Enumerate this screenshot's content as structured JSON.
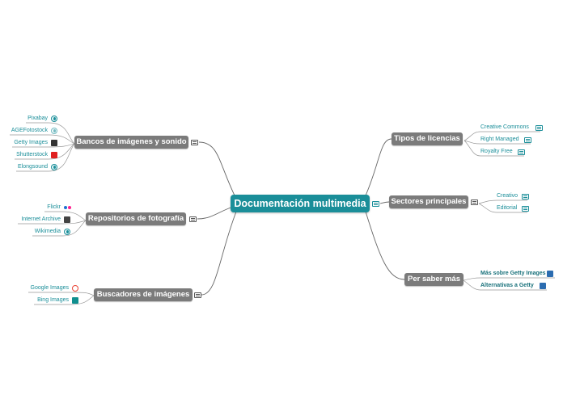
{
  "title": "Documentación multimedia",
  "branches": {
    "bancos": {
      "label": "Bancos de imágenes y sonido",
      "items": [
        {
          "label": "Pixabay",
          "icon": "globe-icon"
        },
        {
          "label": "AGEFotostock",
          "icon": "photo-icon"
        },
        {
          "label": "Getty Images",
          "icon": "getty-logo-icon"
        },
        {
          "label": "Shutterstock",
          "icon": "shutterstock-logo-icon"
        },
        {
          "label": "Elongsound",
          "icon": "globe-icon"
        }
      ]
    },
    "repositorios": {
      "label": "Repositorios de fotografía",
      "items": [
        {
          "label": "Flickr",
          "icon": "flickr-logo-icon"
        },
        {
          "label": "Internet Archive",
          "icon": "internet-archive-icon"
        },
        {
          "label": "Wikimedia",
          "icon": "globe-icon"
        }
      ]
    },
    "buscadores": {
      "label": "Buscadores de imágenes",
      "items": [
        {
          "label": "Google Images",
          "icon": "google-logo-icon"
        },
        {
          "label": "Bing Images",
          "icon": "bing-logo-icon"
        }
      ]
    },
    "tipos": {
      "label": "Tipos de licencias",
      "items": [
        {
          "label": "Creative Commons",
          "icon": "notes-icon"
        },
        {
          "label": "Right Managed",
          "icon": "notes-icon"
        },
        {
          "label": "Royalty Free",
          "icon": "notes-icon"
        }
      ]
    },
    "sectores": {
      "label": "Sectores principales",
      "items": [
        {
          "label": "Creativo",
          "icon": "notes-icon"
        },
        {
          "label": "Editorial",
          "icon": "notes-icon"
        }
      ]
    },
    "saber": {
      "label": "Per saber más",
      "items": [
        {
          "label": "Más sobre Getty Images",
          "icon": "link-file-icon"
        },
        {
          "label": "Alternativas a Getty",
          "icon": "link-file-icon"
        }
      ]
    }
  },
  "colors": {
    "central": "#1a8e99",
    "branch": "#7b7b7b",
    "leaf_text": "#1a8e99",
    "edge": "#666666"
  }
}
